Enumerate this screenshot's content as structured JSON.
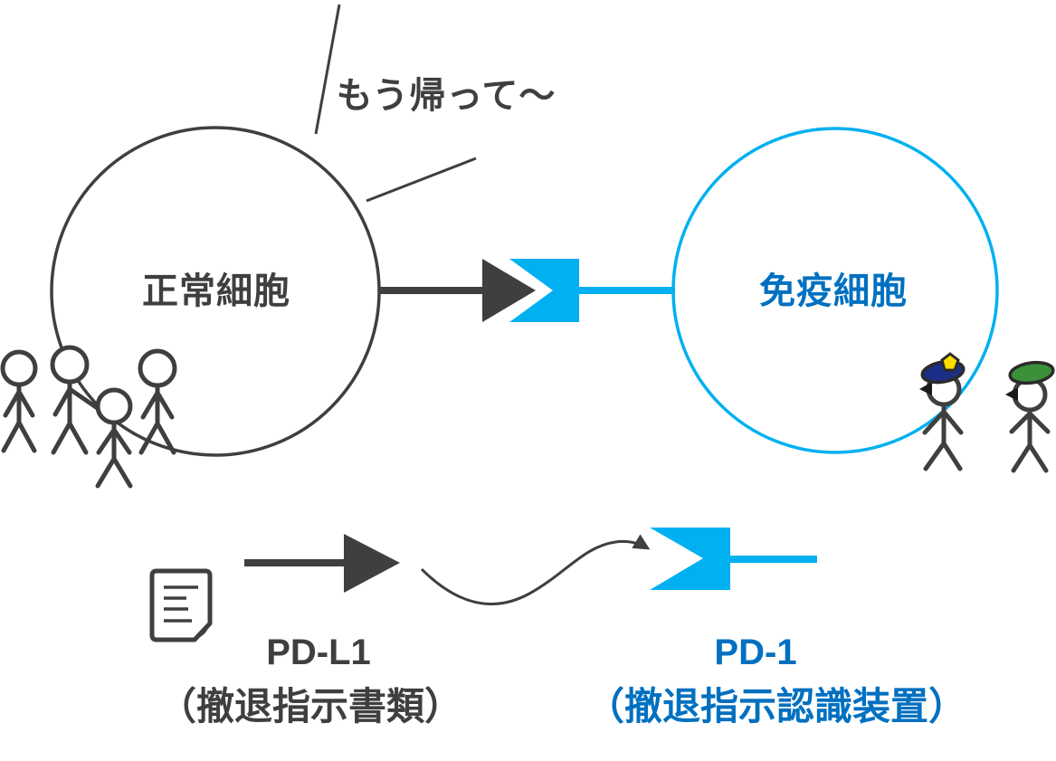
{
  "speech": {
    "text": "もう帰って〜"
  },
  "cells": {
    "normal": {
      "label": "正常細胞"
    },
    "immune": {
      "label": "免疫細胞"
    }
  },
  "molecules": {
    "pd_l1": {
      "title": "PD-L1",
      "subtitle": "（撤退指示書類）"
    },
    "pd_1": {
      "title": "PD-1",
      "subtitle": "（撤退指示認識装置）"
    }
  },
  "icons": {
    "document": "document-icon",
    "pd_l1_arrow": "black-ligand-arrow-icon",
    "pd_1_receptor": "blue-notched-receptor-icon",
    "curved_arrow": "curved-arrow-icon",
    "crowd": "stick-figure-crowd",
    "police_figure": "police-stick-figure",
    "beret_figure": "beret-stick-figure"
  },
  "colors": {
    "dark_gray": "#3F3F3F",
    "shape_blue": "#00B0F0",
    "text_blue": "#0070C0",
    "police_hat_navy": "#1B2F86",
    "badge_yellow": "#FFDD00",
    "beret_green": "#3A9139",
    "background": "#FFFFFF"
  }
}
